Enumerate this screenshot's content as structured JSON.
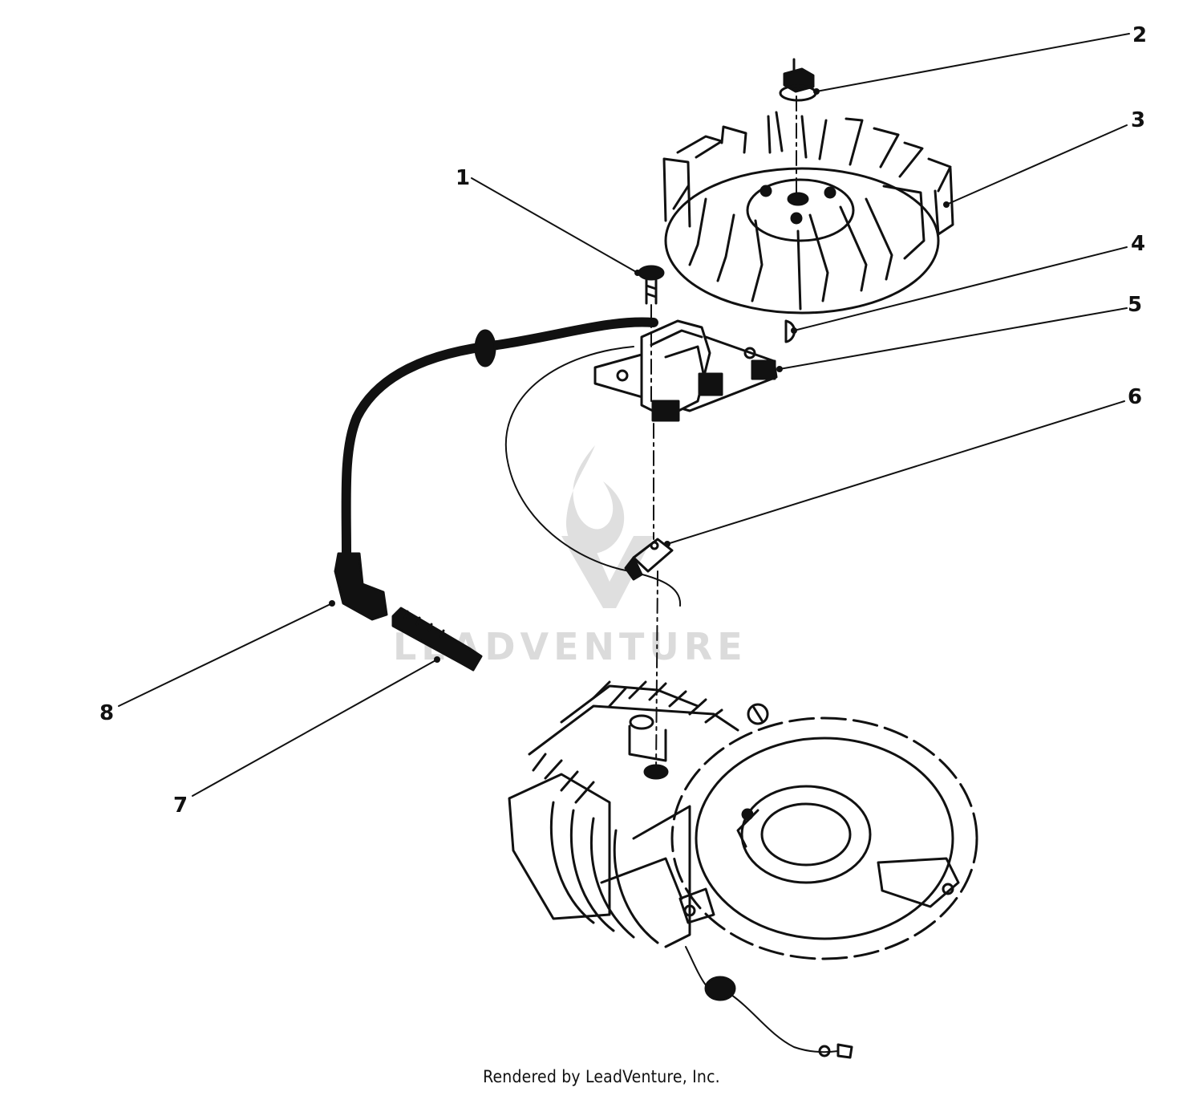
{
  "callouts": [
    {
      "id": "1",
      "label": "1"
    },
    {
      "id": "2",
      "label": "2"
    },
    {
      "id": "3",
      "label": "3"
    },
    {
      "id": "4",
      "label": "4"
    },
    {
      "id": "5",
      "label": "5"
    },
    {
      "id": "6",
      "label": "6"
    },
    {
      "id": "7",
      "label": "7"
    },
    {
      "id": "8",
      "label": "8"
    }
  ],
  "watermark": {
    "text": "LEADVENTURE",
    "icon": "flame-v-logo-icon"
  },
  "footer": {
    "text": "Rendered by LeadVenture, Inc."
  },
  "colors": {
    "line": "#111111",
    "watermark": "#d8d8d8",
    "background": "#ffffff"
  }
}
